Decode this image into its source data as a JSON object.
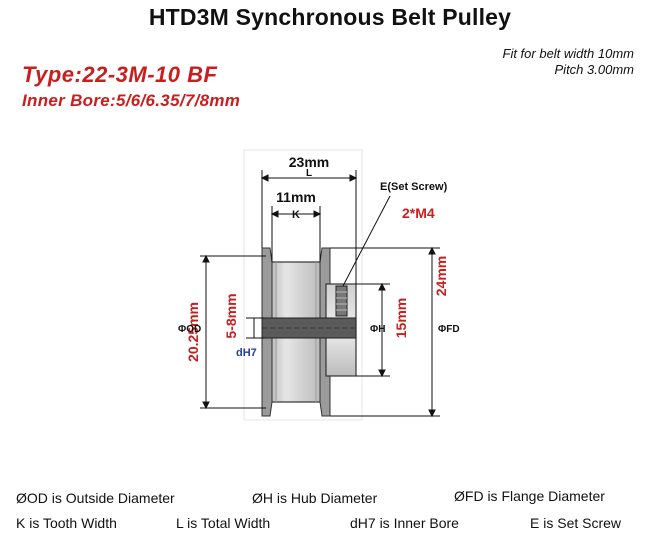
{
  "title": "HTD3M Synchronous Belt Pulley",
  "fit_note": {
    "line1": "Fit for belt width 10mm",
    "line2": "Pitch 3.00mm"
  },
  "type_label": "Type:22-3M-10 BF",
  "inner_bore_label": "Inner Bore:5/6/6.35/7/8mm",
  "dimensions": {
    "total_width": "23mm",
    "total_width_symbol": "L",
    "tooth_width": "11mm",
    "tooth_width_symbol": "K",
    "set_screw_label": "E(Set Screw)",
    "set_screw_count": "2*M4",
    "outside_diameter": "20.25mm",
    "outside_diameter_symbol": "ΦOD",
    "bore_range": "5-8mm",
    "bore_symbol": "dH7",
    "hub_diameter": "15mm",
    "hub_symbol": "ΦH",
    "flange_diameter": "24mm",
    "flange_symbol": "ΦFD"
  },
  "legend": {
    "od": "ØOD is Outside Diameter",
    "h": "ØH is Hub Diameter",
    "fd": "ØFD is Flange Diameter",
    "k": "K is Tooth Width",
    "l": "L is Total Width",
    "dh7": "dH7 is Inner Bore",
    "e": "E is Set Screw"
  },
  "colors": {
    "dimension_red": "#c81e1e",
    "dimension_blue": "#1f3f9a",
    "metal_gray": "#c8c8c8"
  }
}
